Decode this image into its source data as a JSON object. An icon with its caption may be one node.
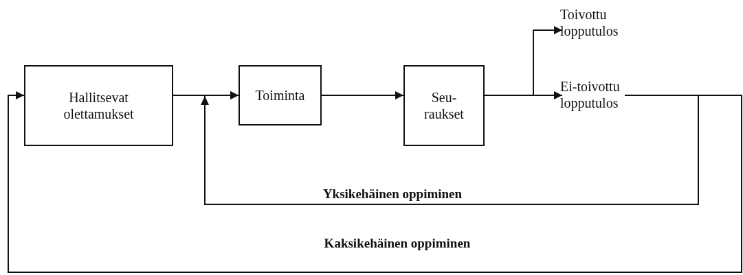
{
  "diagram": {
    "nodes": [
      {
        "text": [
          "Hallitsevat olettamukset"
        ]
      },
      {
        "text": [
          "Toiminta"
        ]
      },
      {
        "text": [
          "Seu- raukset"
        ]
      },
      {
        "text": [
          "Toivottu lopputulos"
        ]
      },
      {
        "text": [
          "Ei-toivottu lopputulos"
        ]
      }
    ],
    "edges": [
      {
        "from": 0,
        "to": 1,
        "arrow": "to"
      },
      {
        "from": 1,
        "to": 2,
        "arrow": "to"
      },
      {
        "from": 2,
        "to": 3,
        "arrow": "to"
      },
      {
        "from": 2,
        "to": 4,
        "arrow": "to"
      },
      {
        "from": 4,
        "to": 1,
        "arrow": "to",
        "label": "Yksikehäinen oppiminen"
      },
      {
        "from": 4,
        "to": 0,
        "arrow": "to",
        "label": "Kaksikehäinen oppiminen"
      }
    ]
  }
}
